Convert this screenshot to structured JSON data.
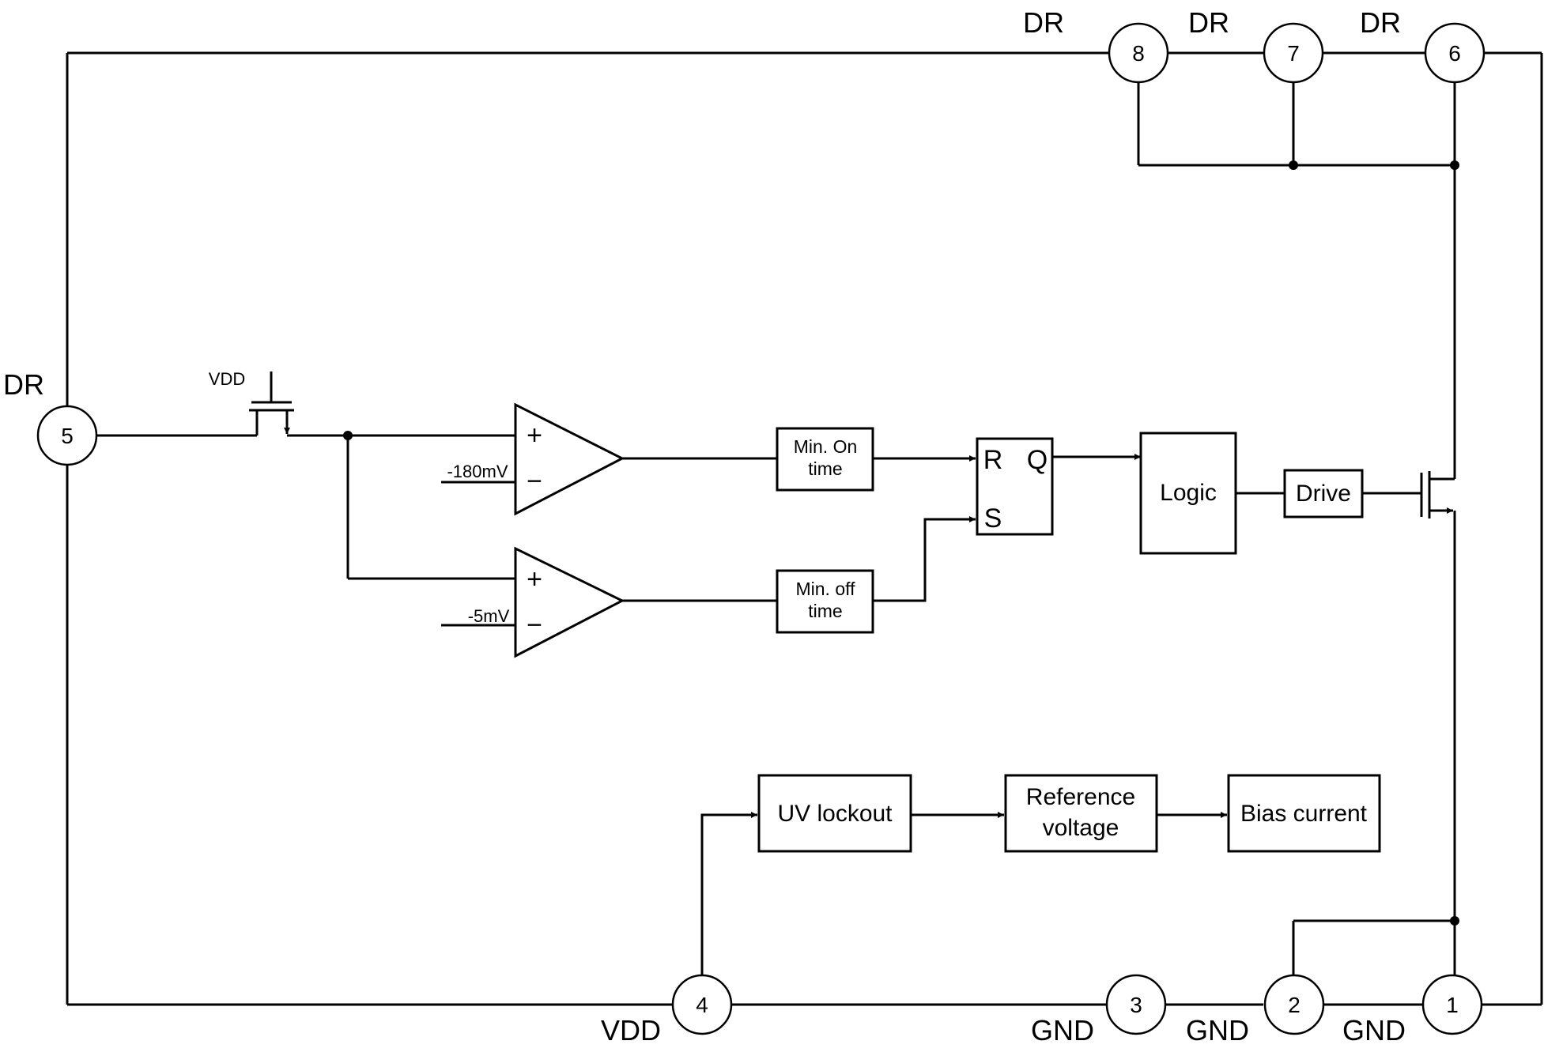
{
  "pins": [
    {
      "number": "1",
      "label": "GND"
    },
    {
      "number": "2",
      "label": "GND"
    },
    {
      "number": "3",
      "label": "GND"
    },
    {
      "number": "4",
      "label": "VDD"
    },
    {
      "number": "5",
      "label": "DR"
    },
    {
      "number": "6",
      "label": "DR"
    },
    {
      "number": "7",
      "label": "DR"
    },
    {
      "number": "8",
      "label": "DR"
    }
  ],
  "switch_label": "VDD",
  "comparators": [
    {
      "plus": "+",
      "minus": "−",
      "threshold": "-180mV"
    },
    {
      "plus": "+",
      "minus": "−",
      "threshold": "-5mV"
    }
  ],
  "blocks": {
    "min_on": [
      "Min. On",
      "time"
    ],
    "min_off": [
      "Min. off",
      "time"
    ],
    "flipflop": {
      "r": "R",
      "s": "S",
      "q": "Q"
    },
    "logic": "Logic",
    "drive": "Drive",
    "uv_lockout": "UV lockout",
    "reference": [
      "Reference",
      "voltage"
    ],
    "bias": "Bias current"
  }
}
